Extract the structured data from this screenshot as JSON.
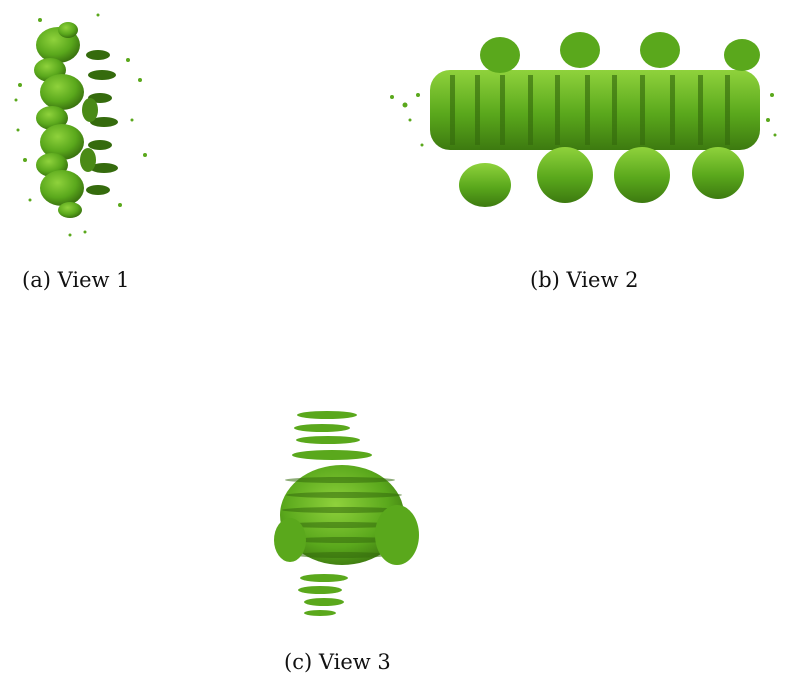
{
  "figure": {
    "colors": {
      "volume": "#5aa81c",
      "volume_dark": "#356b0d",
      "volume_light": "#8fd23c",
      "background": "#ffffff",
      "caption": "#111111"
    },
    "panels": [
      {
        "id": "a",
        "caption": "(a) View 1",
        "content": "green-isosurface-render-view-1"
      },
      {
        "id": "b",
        "caption": "(b) View 2",
        "content": "green-isosurface-render-view-2"
      },
      {
        "id": "c",
        "caption": "(c) View 3",
        "content": "green-isosurface-render-view-3"
      }
    ]
  }
}
